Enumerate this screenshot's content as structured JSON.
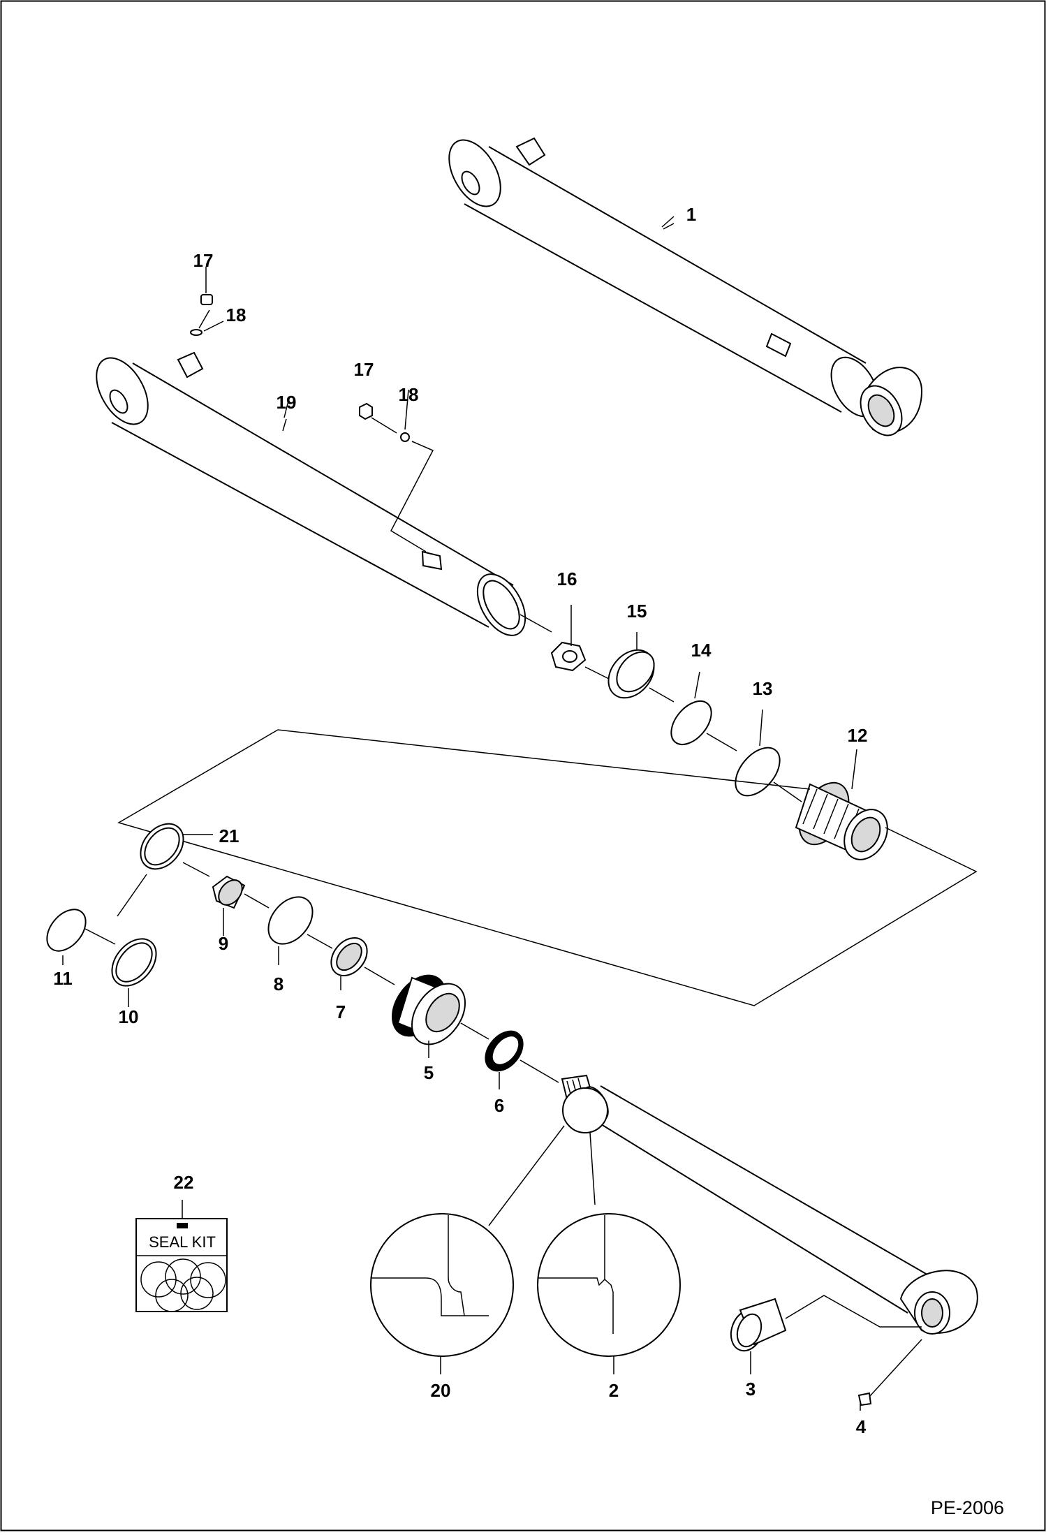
{
  "diagram": {
    "drawing_code": "PE-2006",
    "seal_kit_label": "SEAL KIT",
    "callouts": {
      "c1": "1",
      "c17a": "17",
      "c18a": "18",
      "c17b": "17",
      "c18b": "18",
      "c19": "19",
      "c16": "16",
      "c15": "15",
      "c14": "14",
      "c13": "13",
      "c12": "12",
      "c21": "21",
      "c9": "9",
      "c11": "11",
      "c10": "10",
      "c8": "8",
      "c7": "7",
      "c5": "5",
      "c6": "6",
      "c22": "22",
      "c20": "20",
      "c2": "2",
      "c3": "3",
      "c4": "4"
    }
  }
}
